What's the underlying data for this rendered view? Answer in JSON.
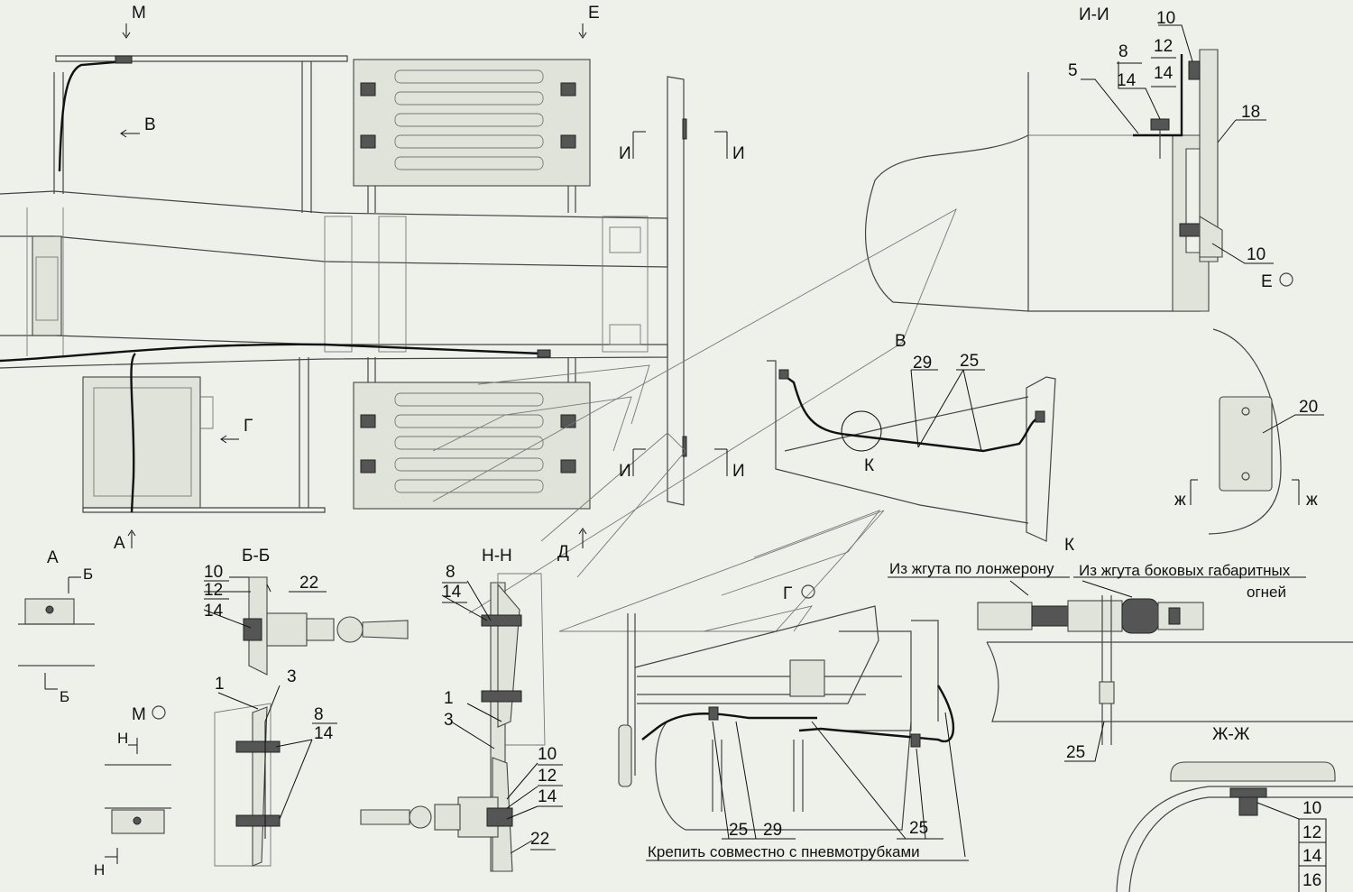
{
  "view_markers": {
    "M": "М",
    "E": "Е",
    "B": "В",
    "G": "Г",
    "A": "А",
    "I": "И",
    "D": "Д",
    "K": "К",
    "Zh": "ж"
  },
  "section_titles": {
    "ii": "И-И",
    "bb": "Б-Б",
    "nn": "Н-Н",
    "zhzh": "Ж-Ж",
    "k": "К"
  },
  "view_labels": {
    "e_circle": "Е",
    "g_circle": "Г",
    "m_circle": "М",
    "a_small": "А",
    "b_small": "Б",
    "n_small": "Н"
  },
  "callouts": {
    "ii": [
      "10",
      "12",
      "14",
      "8",
      "14",
      "5",
      "18",
      "10"
    ],
    "bb": [
      "10",
      "12",
      "14",
      "22",
      "1",
      "3",
      "8",
      "14",
      "22"
    ],
    "nn": [
      "8",
      "14",
      "1",
      "3",
      "10",
      "12",
      "14"
    ],
    "detail_b": [
      "29",
      "25"
    ],
    "plate": [
      "20"
    ],
    "k_detail": [
      "25"
    ],
    "bottom": [
      "25",
      "29",
      "25"
    ],
    "zhzh": [
      "10",
      "12",
      "14",
      "16"
    ]
  },
  "notes": {
    "from_frame_harness": "Из жгута по лонжерону",
    "from_side_lights_1": "Из жгута боковых габаритных",
    "from_side_lights_2": "огней",
    "mount_with_tubes": "Крепить совместно с пневмотрубками"
  }
}
